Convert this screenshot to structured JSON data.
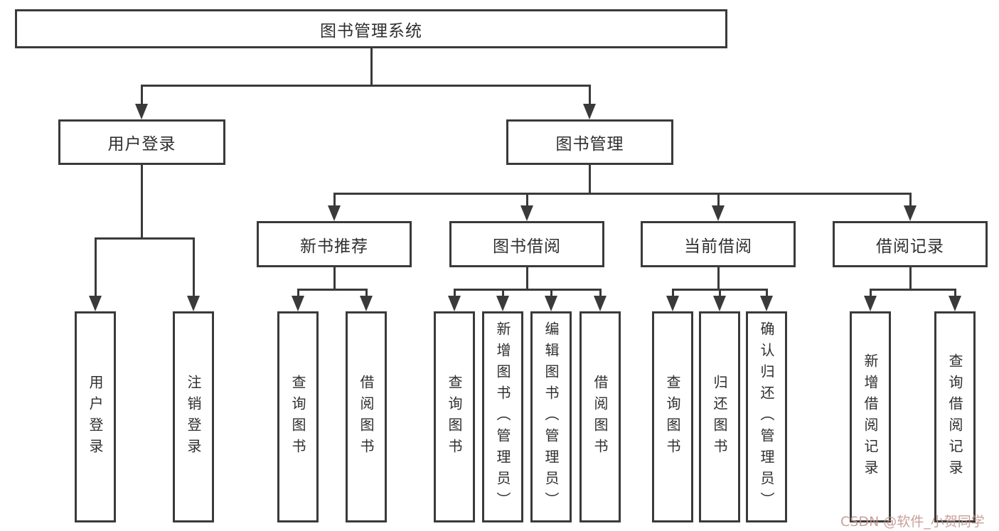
{
  "diagram": {
    "type": "hierarchy-tree",
    "orientation": "top-down",
    "colors": {
      "background": "#ffffff",
      "line": "#3a3a3a",
      "box_border": "#3a3a3a",
      "text": "#2f2f2f",
      "watermark": "#bf8f8a"
    }
  },
  "tree": {
    "label": "图书管理系统",
    "children": [
      {
        "label": "用户登录",
        "children": [
          {
            "label": "用户登录"
          },
          {
            "label": "注销登录"
          }
        ]
      },
      {
        "label": "图书管理",
        "children": [
          {
            "label": "新书推荐",
            "children": [
              {
                "label": "查询图书"
              },
              {
                "label": "借阅图书"
              }
            ]
          },
          {
            "label": "图书借阅",
            "children": [
              {
                "label": "查询图书"
              },
              {
                "label": "新增图书（管理员）"
              },
              {
                "label": "编辑图书（管理员）"
              },
              {
                "label": "借阅图书"
              }
            ]
          },
          {
            "label": "当前借阅",
            "children": [
              {
                "label": "查询图书"
              },
              {
                "label": "归还图书"
              },
              {
                "label": "确认归还（管理员）"
              }
            ]
          },
          {
            "label": "借阅记录",
            "children": [
              {
                "label": "新增借阅记录"
              },
              {
                "label": "查询借阅记录"
              }
            ]
          }
        ]
      }
    ]
  },
  "watermark": {
    "text": "CSDN @软件_小贺同学"
  }
}
